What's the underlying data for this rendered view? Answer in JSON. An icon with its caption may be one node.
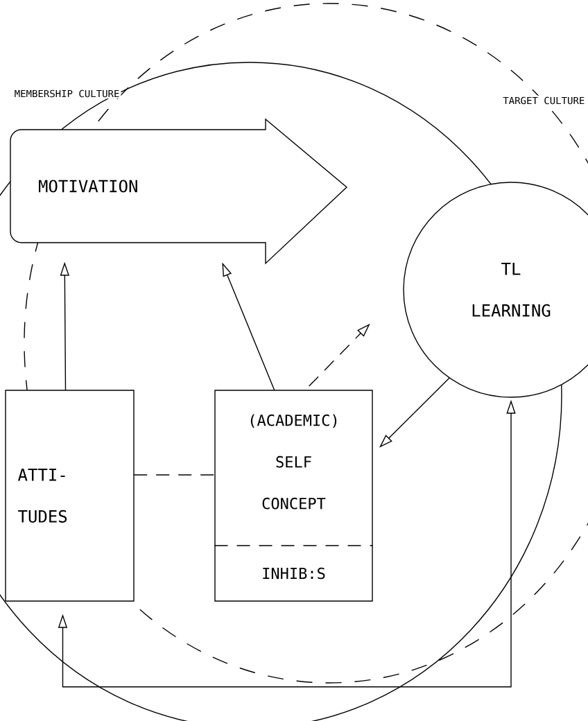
{
  "diagram": {
    "nodes": [
      {
        "text": [
          "MOTIVATION"
        ]
      },
      {
        "text": [
          "TL LEARNING"
        ]
      },
      {
        "text": [
          "ATTI- TUDES"
        ]
      },
      {
        "text": [
          "(ACADEMIC) SELF CONCEPT",
          "INHIB:S"
        ]
      }
    ],
    "edges": [
      {
        "from": 2,
        "to": 0,
        "arrow": "to"
      },
      {
        "from": 3,
        "to": 0,
        "arrow": "to"
      },
      {
        "from": 3,
        "to": 1,
        "arrow": "to",
        "style": "dashed"
      },
      {
        "from": 1,
        "to": 3,
        "arrow": "to"
      },
      {
        "from": 2,
        "to": 3,
        "arrow": "none",
        "style": "dashed"
      },
      {
        "from": 2,
        "to": 1,
        "arrow": "both"
      }
    ],
    "labels": [
      "MEMBERSHIP CULTURE",
      "TARGET CULTURE"
    ]
  }
}
